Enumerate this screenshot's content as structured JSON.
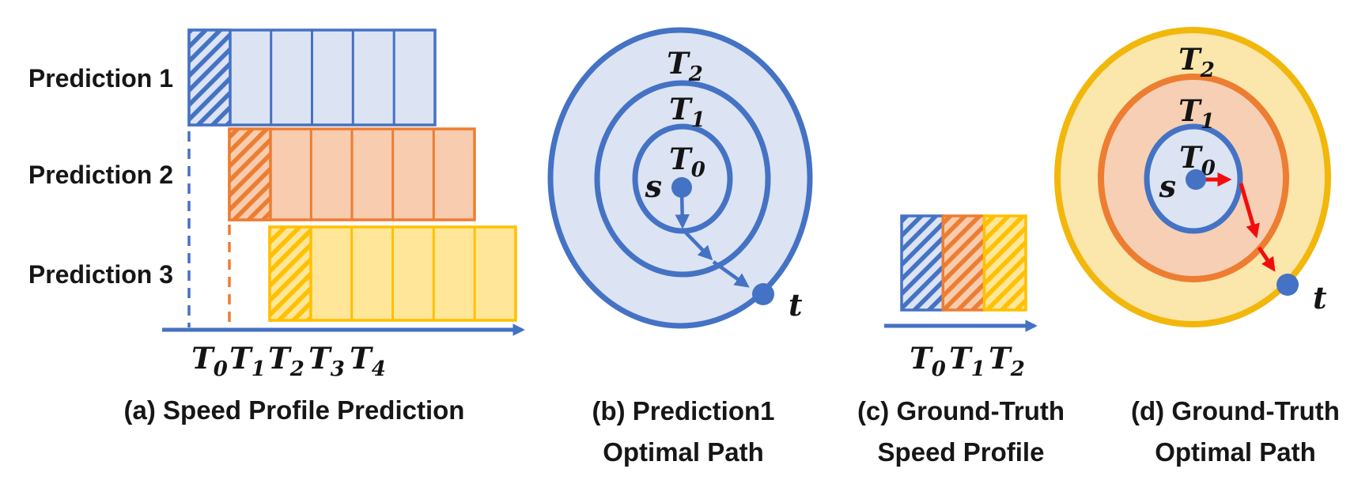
{
  "figure": {
    "colors": {
      "blue": "#4472C4",
      "blue_fill": "#DCE3F2",
      "orange": "#ED7D31",
      "orange_fill": "#F8CCAE",
      "yellow": "#FFC000",
      "yellow_fill": "#FFE699",
      "gold_ring": "#F2B70B",
      "gold_ring_fill": "#FBE6AC",
      "red_path": "#F20D0D",
      "text": "#161616"
    },
    "panels": {
      "a": {
        "caption": "(a) Speed Profile Prediction",
        "rows": [
          {
            "label": "Prediction 1",
            "color": "#4472C4",
            "fill": "#DCE3F2",
            "segments": 6,
            "hatched_first": true
          },
          {
            "label": "Prediction 2",
            "color": "#ED7D31",
            "fill": "#F8CCAE",
            "segments": 6,
            "hatched_first": true
          },
          {
            "label": "Prediction 3",
            "color": "#FFC000",
            "fill": "#FFE699",
            "segments": 6,
            "hatched_first": true
          }
        ],
        "ticks": [
          {
            "base": "T",
            "sub": "0"
          },
          {
            "base": "T",
            "sub": "1"
          },
          {
            "base": "T",
            "sub": "2"
          },
          {
            "base": "T",
            "sub": "3"
          },
          {
            "base": "T",
            "sub": "4"
          }
        ]
      },
      "b": {
        "caption_line1": "(b) Prediction1",
        "caption_line2": "Optimal Path",
        "ring_color": "#4472C4",
        "fill": "#DCE3F2",
        "rings": [
          {
            "base": "T",
            "sub": "2"
          },
          {
            "base": "T",
            "sub": "1"
          },
          {
            "base": "T",
            "sub": "0"
          }
        ],
        "start_label": "s",
        "target_label": "t"
      },
      "c": {
        "caption_line1": "(c) Ground-Truth",
        "caption_line2": "Speed Profile",
        "segments": [
          {
            "color": "#4472C4",
            "fill": "#DCE3F2",
            "hatched": true
          },
          {
            "color": "#ED7D31",
            "fill": "#F8CCAE",
            "hatched": true
          },
          {
            "color": "#FFC000",
            "fill": "#FFE699",
            "hatched": true
          }
        ],
        "ticks": [
          {
            "base": "T",
            "sub": "0"
          },
          {
            "base": "T",
            "sub": "1"
          },
          {
            "base": "T",
            "sub": "2"
          }
        ]
      },
      "d": {
        "caption_line1": "(d) Ground-Truth",
        "caption_line2": "Optimal Path",
        "rings": [
          {
            "base": "T",
            "sub": "2",
            "color": "#F2B70B",
            "fill": "#FBE6AC"
          },
          {
            "base": "T",
            "sub": "1",
            "color": "#ED7D31",
            "fill": "#F7CFB4"
          },
          {
            "base": "T",
            "sub": "0",
            "color": "#4472C4",
            "fill": "#DCE3F2"
          }
        ],
        "start_label": "s",
        "target_label": "t",
        "path_color": "#F20D0D",
        "node_color": "#4472C4"
      }
    }
  }
}
